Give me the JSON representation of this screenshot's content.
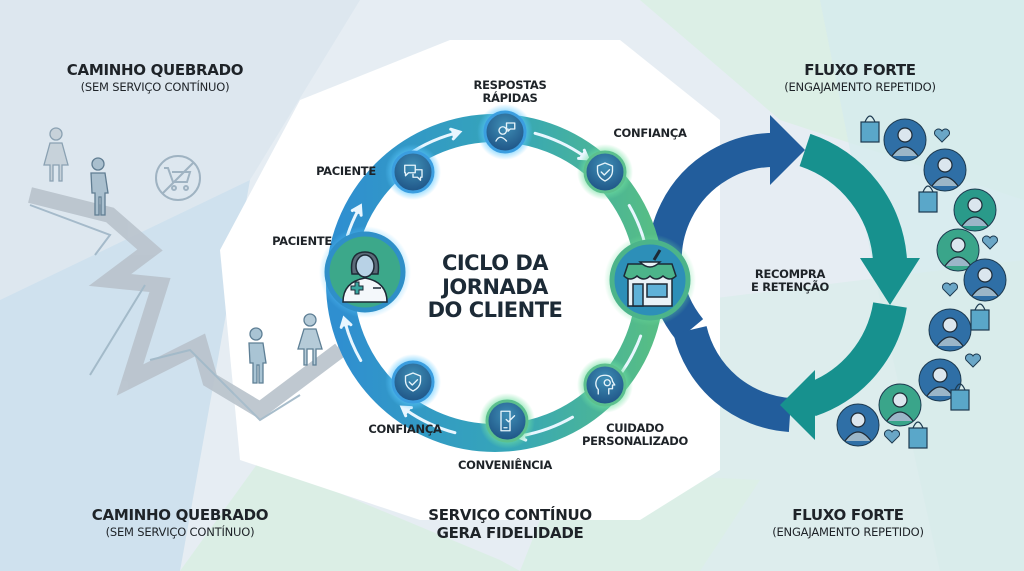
{
  "left_panel": {
    "title": "CAMINHO QUEBRADO",
    "subtitle": "(SEM SERVIÇO CONTÍNUO)",
    "icons": [
      "person-female-icon",
      "person-male-icon",
      "no-shopping-cart-icon",
      "broken-path-arrow"
    ]
  },
  "right_panel": {
    "title": "FLUXO FORTE",
    "subtitle": "(ENGAJAMENTO REPETIDO)",
    "cycle_label": "RECOMPRA E RETENÇÃO",
    "cycle_label_lines": [
      "RECOMPRA",
      "E RETENÇÃO"
    ]
  },
  "cycle": {
    "title_lines": [
      "CICLO DA",
      "JORNADA",
      "DO CLIENTE"
    ],
    "nodes": [
      {
        "label": "PACIENTE",
        "icon": "doctor-icon"
      },
      {
        "label": "PACIENTE",
        "icon": "chat-bubbles-icon"
      },
      {
        "label_lines": [
          "RESPOSTAS",
          "RÁPIDAS"
        ],
        "icon": "person-chat-icon"
      },
      {
        "label": "CONFIANÇA",
        "icon": "shield-check-icon"
      },
      {
        "label": "",
        "icon": "pharmacy-store-icon"
      },
      {
        "label_lines": [
          "CUIDADO",
          "PERSONALIZADO"
        ],
        "icon": "head-gear-icon"
      },
      {
        "label": "CONVENIÊNCIA",
        "icon": "phone-check-icon"
      },
      {
        "label": "CONFIANÇA",
        "icon": "shield-check-icon"
      }
    ]
  },
  "footer": {
    "left": {
      "title": "CAMINHO QUEBRADO",
      "subtitle": "(SEM SERVIÇO CONTÍNUO)"
    },
    "center": {
      "lines": [
        "SERVIÇO CONTÍNUO",
        "GERA FIDELIDADE"
      ]
    },
    "right": {
      "title": "FLUXO FORTE",
      "subtitle": "(ENGAJAMENTO REPETIDO)"
    }
  },
  "colors": {
    "ring_blue": "#2f8fc8",
    "ring_green": "#4cb48a",
    "node_dark": "#1f5f8f",
    "arrow_dark_blue": "#225d9c",
    "arrow_teal": "#17918e",
    "text": "#1e2328"
  }
}
